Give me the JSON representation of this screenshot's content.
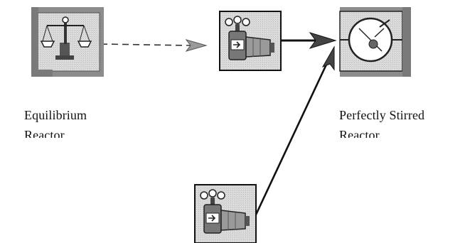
{
  "diagram": {
    "nodes": [
      {
        "id": "equilibrium-reactor",
        "icon": "balance-scale-icon",
        "label_lines": [
          "Equilibrium",
          "Reactor"
        ]
      },
      {
        "id": "mixer-top",
        "icon": "valve-mixer-icon",
        "label_lines": []
      },
      {
        "id": "perfectly-stirred-reactor",
        "icon": "stirred-tank-icon",
        "label_lines": [
          "Perfectly Stirred",
          "Reactor"
        ]
      },
      {
        "id": "mixer-bottom",
        "icon": "valve-mixer-icon",
        "label_lines": []
      }
    ],
    "edges": [
      {
        "from": "equilibrium-reactor",
        "to": "mixer-top",
        "style": "dashed"
      },
      {
        "from": "mixer-top",
        "to": "perfectly-stirred-reactor",
        "style": "solid"
      },
      {
        "from": "mixer-bottom",
        "to": "perfectly-stirred-reactor",
        "style": "solid"
      }
    ],
    "colors": {
      "icon_bg": "#d8d8d8",
      "icon_shadow": "#8a8a8a",
      "line": "#222222",
      "text": "#111111"
    }
  }
}
